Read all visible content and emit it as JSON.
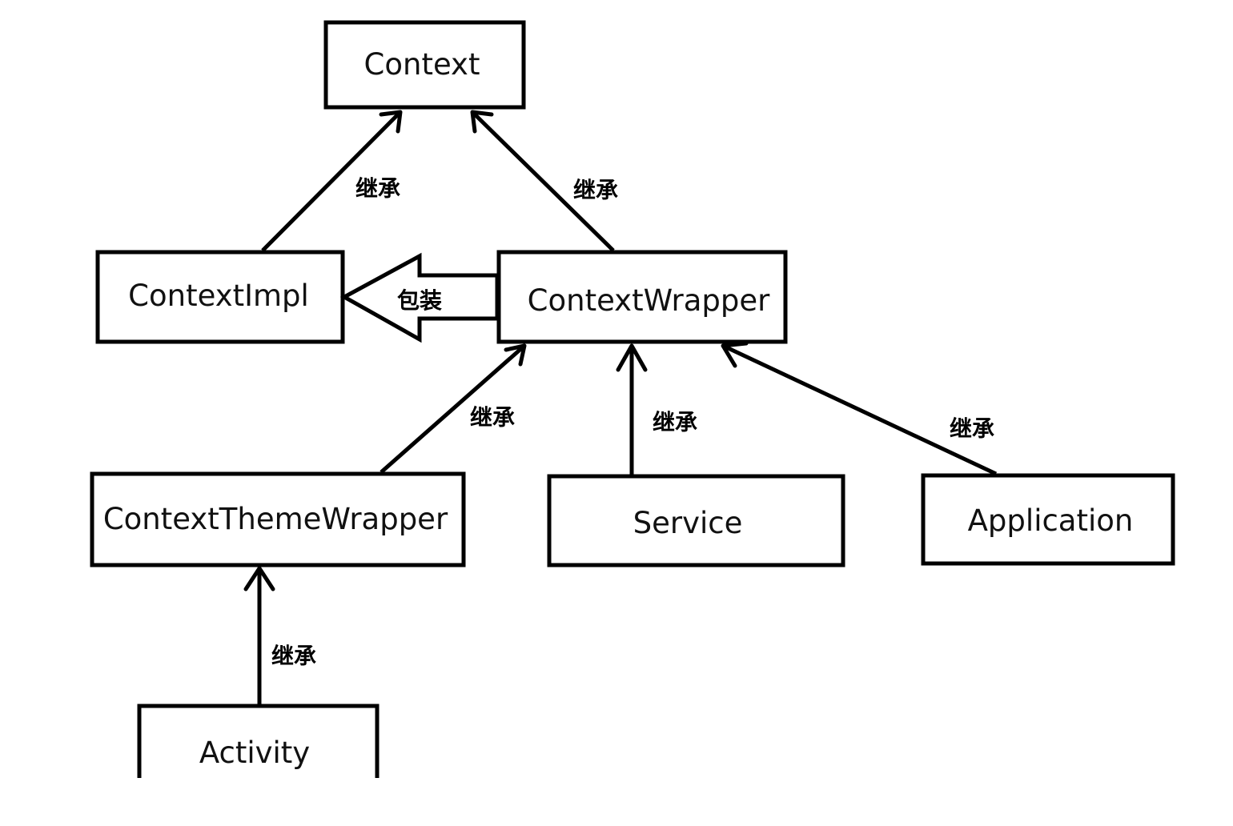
{
  "diagram": {
    "nodes": {
      "context": "Context",
      "context_impl": "ContextImpl",
      "context_wrapper": "ContextWrapper",
      "context_theme_wrapper": "ContextThemeWrapper",
      "service": "Service",
      "application": "Application",
      "activity": "Activity"
    },
    "edges": {
      "impl_to_context": "继承",
      "wrapper_to_context": "继承",
      "wrapper_wraps_impl": "包装",
      "theme_wrapper_to_wrapper": "继承",
      "service_to_wrapper": "继承",
      "application_to_wrapper": "继承",
      "activity_to_theme_wrapper": "继承"
    }
  }
}
